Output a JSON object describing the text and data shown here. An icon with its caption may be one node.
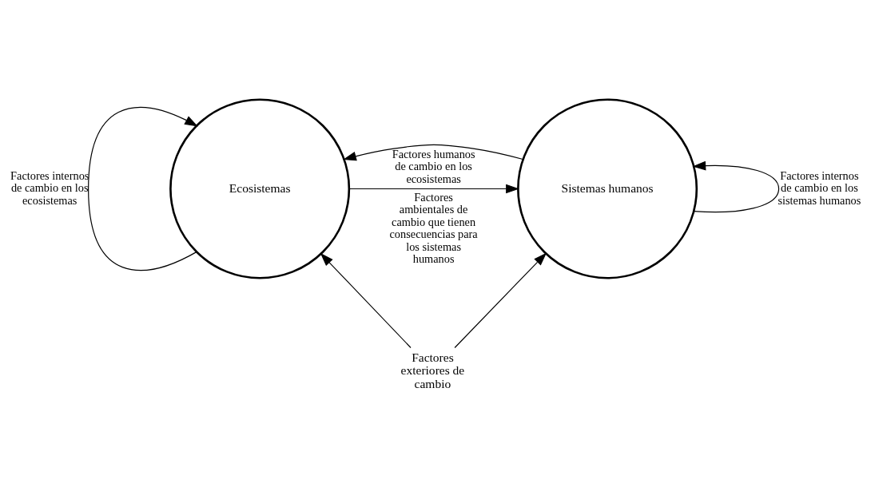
{
  "diagram": {
    "nodes": [
      {
        "text": [
          "Ecosistemas"
        ]
      },
      {
        "text": [
          "Sistemas humanos"
        ]
      },
      {
        "text": [
          "Factores exteriores de cambio"
        ]
      }
    ],
    "edges": [
      {
        "from": 0,
        "to": 0,
        "arrow": "to",
        "label": "Factores internos de cambio en los ecosistemas"
      },
      {
        "from": 1,
        "to": 0,
        "arrow": "to",
        "label": "Factores humanos de cambio en los ecosistemas"
      },
      {
        "from": 0,
        "to": 1,
        "arrow": "to",
        "label": "Factores ambientales de cambio que tienen consecuencias para los sistemas humanos"
      },
      {
        "from": 1,
        "to": 1,
        "arrow": "to",
        "label": "Factores internos de cambio en los sistemas humanos"
      },
      {
        "from": 2,
        "to": 0,
        "arrow": "to"
      },
      {
        "from": 2,
        "to": 1,
        "arrow": "to"
      }
    ]
  }
}
